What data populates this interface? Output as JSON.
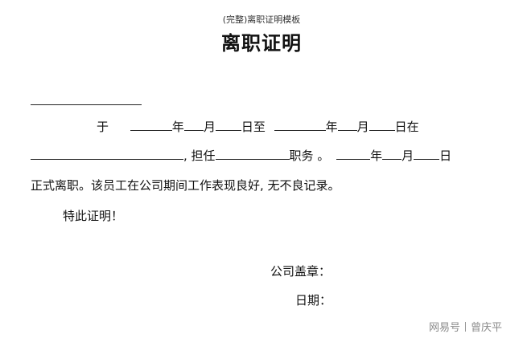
{
  "document": {
    "caption": "(完整)离职证明模板",
    "title": "离职证明",
    "row1": {
      "yu": "于",
      "nian1": "年",
      "yue1": "月",
      "ri1": "日至",
      "nian2": "年",
      "yue2": "月",
      "ri2": "日在"
    },
    "row2": {
      "danren": ", 担任",
      "zhiwu": "职务",
      "dot": "。",
      "nian": "年",
      "yue": "月",
      "ri": "日"
    },
    "row3": "正式离职。该员工在公司期间工作表现良好, 无不良记录。",
    "row4": "特此证明！",
    "seal_label": "公司盖章：",
    "date_label": "日期："
  },
  "watermark": {
    "brand": "网易号",
    "author": "曾庆平"
  }
}
